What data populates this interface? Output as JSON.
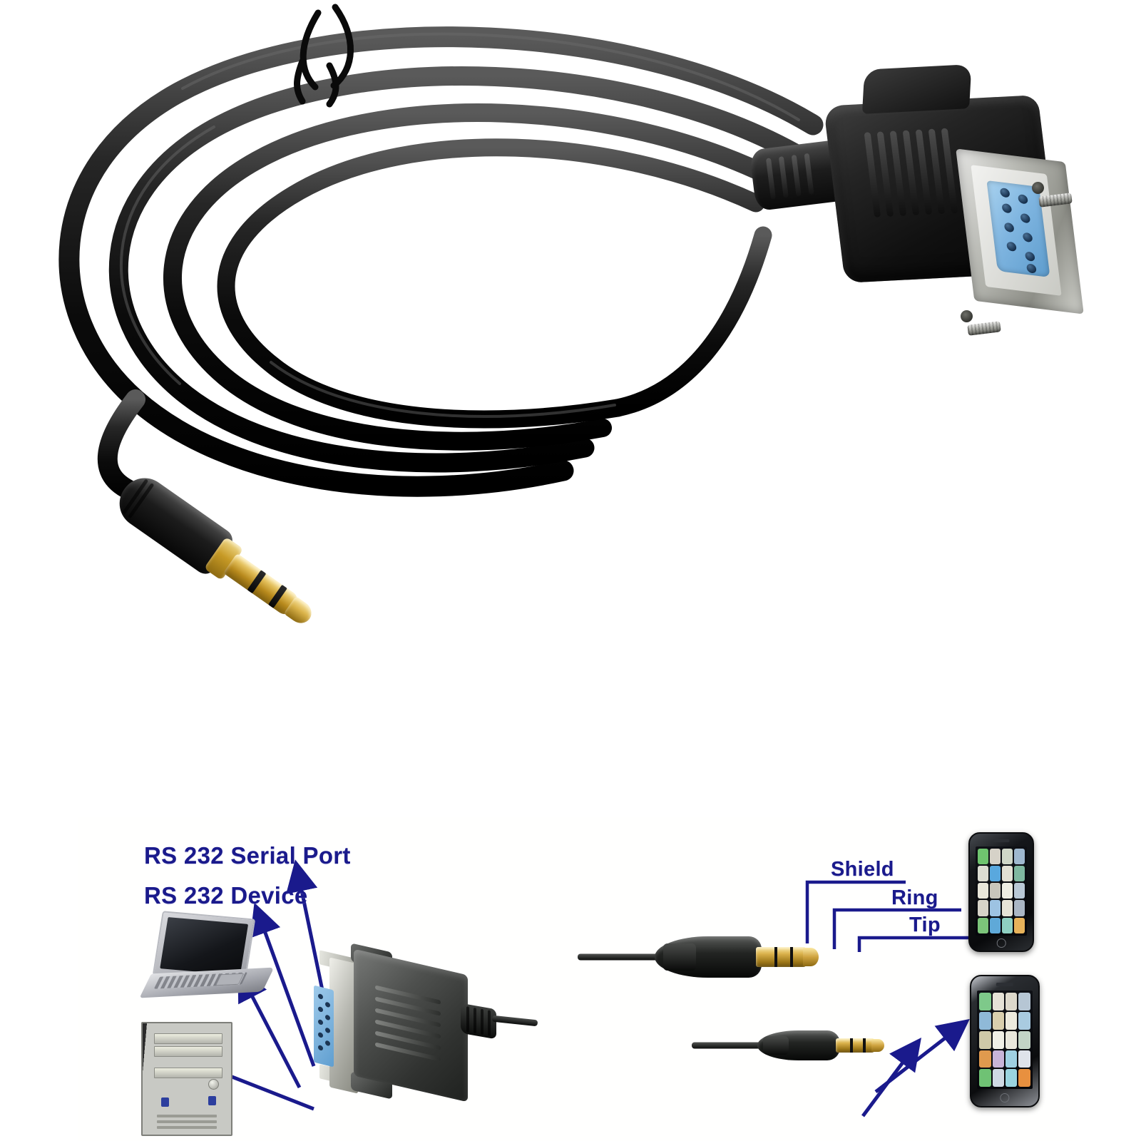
{
  "image": {
    "kind": "product-photo-with-diagram",
    "background_color": "#ffffff",
    "product": "RS-232 DB9 female serial to 3.5mm TRS audio plug cable"
  },
  "product_photo": {
    "cable": {
      "color": "#0d0d0d",
      "description": "black coiled cable with twist tie",
      "loop_count": 4
    },
    "db9_connector": {
      "name": "DB9 female serial connector",
      "hood_color": "#141414",
      "shell_color": "#c0c1ba",
      "insulator_color": "#7fb5e0",
      "pin_count": 9,
      "pin_rows": [
        5,
        4
      ],
      "jackscrew_count": 2
    },
    "trs_plug": {
      "name": "3.5mm TRS plug",
      "contact_color": "#d9b24a",
      "boot_color": "#121212",
      "contacts": 3
    }
  },
  "diagram": {
    "labels": {
      "serial_port": "RS 232 Serial Port",
      "rs232_device": "RS 232 Device",
      "shield": "Shield",
      "ring": "Ring",
      "tip": "Tip"
    },
    "label_color": "#1a1a8c",
    "arrow_color": "#1a1a8c",
    "devices": {
      "laptop": "laptop computer",
      "tower": "desktop PC tower",
      "phone_top": "smartphone",
      "phone_bottom": "smartphone"
    },
    "connectors": {
      "db9": "DB9 serial connector",
      "trs_upper": "3.5mm TRS plug",
      "trs_lower": "3.5mm TRS plug"
    },
    "leader_targets": [
      "shield",
      "ring",
      "tip"
    ],
    "arrow_count": 6
  }
}
